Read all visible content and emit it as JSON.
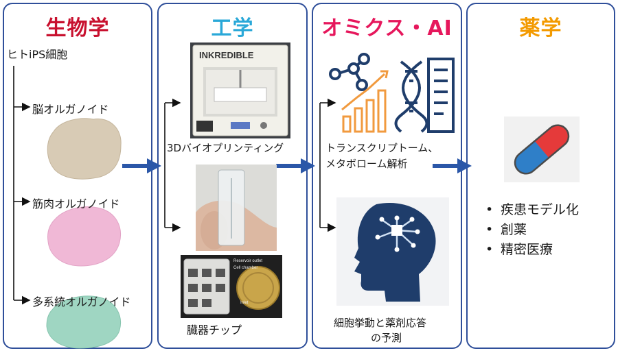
{
  "colors": {
    "biology": "#c8102e",
    "engineering": "#2aa8d8",
    "omics": "#e6175c",
    "pharmacy": "#f39a00",
    "panel_border": "#2f4f9a",
    "arrow": "#2b57a8",
    "brain_organoid": "#d8cbb5",
    "muscle_organoid": "#f0b8d6",
    "multi_organoid": "#9fd6c2",
    "pill_red": "#e53a3a",
    "pill_blue": "#2f7fc8",
    "icon_navy": "#1f3d6b",
    "icon_orange": "#f19a3e"
  },
  "panels": {
    "biology": {
      "title": "生物学",
      "source": "ヒトiPS細胞",
      "branches": [
        "脳オルガノイド",
        "筋肉オルガノイド",
        "多系統オルガノイド"
      ]
    },
    "engineering": {
      "title": "工学",
      "printer_brand": "INKREDIBLE",
      "labels": [
        "3Dバイオプリンティング",
        "臓器チップ"
      ],
      "chip_annotations": [
        "Reservoir outlet",
        "Cell chamber",
        "Inlet"
      ]
    },
    "omics": {
      "title": "オミクス・AI",
      "labels": [
        "トランスクリプトーム、",
        "メタボローム解析",
        "細胞挙動と薬剤応答",
        "の予測"
      ]
    },
    "pharmacy": {
      "title": "薬学",
      "bullet_symbol": "•",
      "bullets": [
        "疾患モデル化",
        "創薬",
        "精密医療"
      ]
    }
  }
}
